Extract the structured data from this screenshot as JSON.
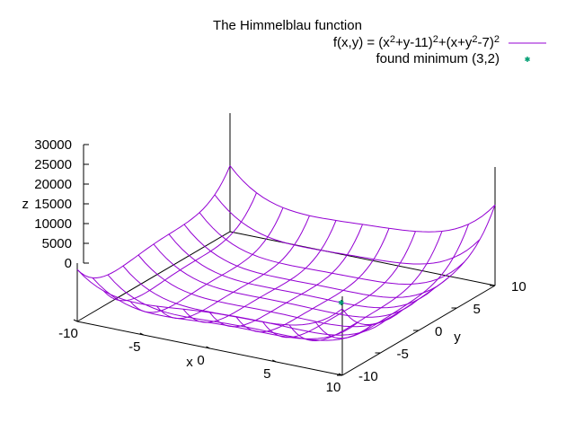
{
  "chart_data": {
    "type": "surface",
    "title": "The Himmelblau function",
    "xlabel": "x",
    "ylabel": "y",
    "zlabel": "z",
    "xlim": [
      -10,
      10
    ],
    "ylim": [
      -10,
      10
    ],
    "zlim": [
      0,
      30000
    ],
    "x_ticks": [
      "-10",
      "-5",
      "0",
      "5",
      "10"
    ],
    "y_ticks": [
      "-10",
      "-5",
      "0",
      "5",
      "10"
    ],
    "z_ticks": [
      "0",
      "5000",
      "10000",
      "15000",
      "20000",
      "25000",
      "30000"
    ],
    "grid": false,
    "legend_position": "top-right",
    "series": [
      {
        "name": "f(x,y) = (x²+y-11)²+(x+y²-7)²",
        "legend_parts": [
          {
            "text": "f(x,y) = (x",
            "sup": false
          },
          {
            "text": "2",
            "sup": true
          },
          {
            "text": "+y-11)",
            "sup": false
          },
          {
            "text": "2",
            "sup": true
          },
          {
            "text": "+(x+y",
            "sup": false
          },
          {
            "text": "2",
            "sup": true
          },
          {
            "text": "-7)",
            "sup": false
          },
          {
            "text": "2",
            "sup": true
          }
        ],
        "style": "surface-mesh",
        "color": "#9400d3",
        "mesh_samples": 11
      },
      {
        "name": "found minimum (3,2)",
        "style": "point",
        "color": "#009e73",
        "points": [
          {
            "x": 3,
            "y": 2,
            "z": 0
          }
        ]
      }
    ]
  }
}
